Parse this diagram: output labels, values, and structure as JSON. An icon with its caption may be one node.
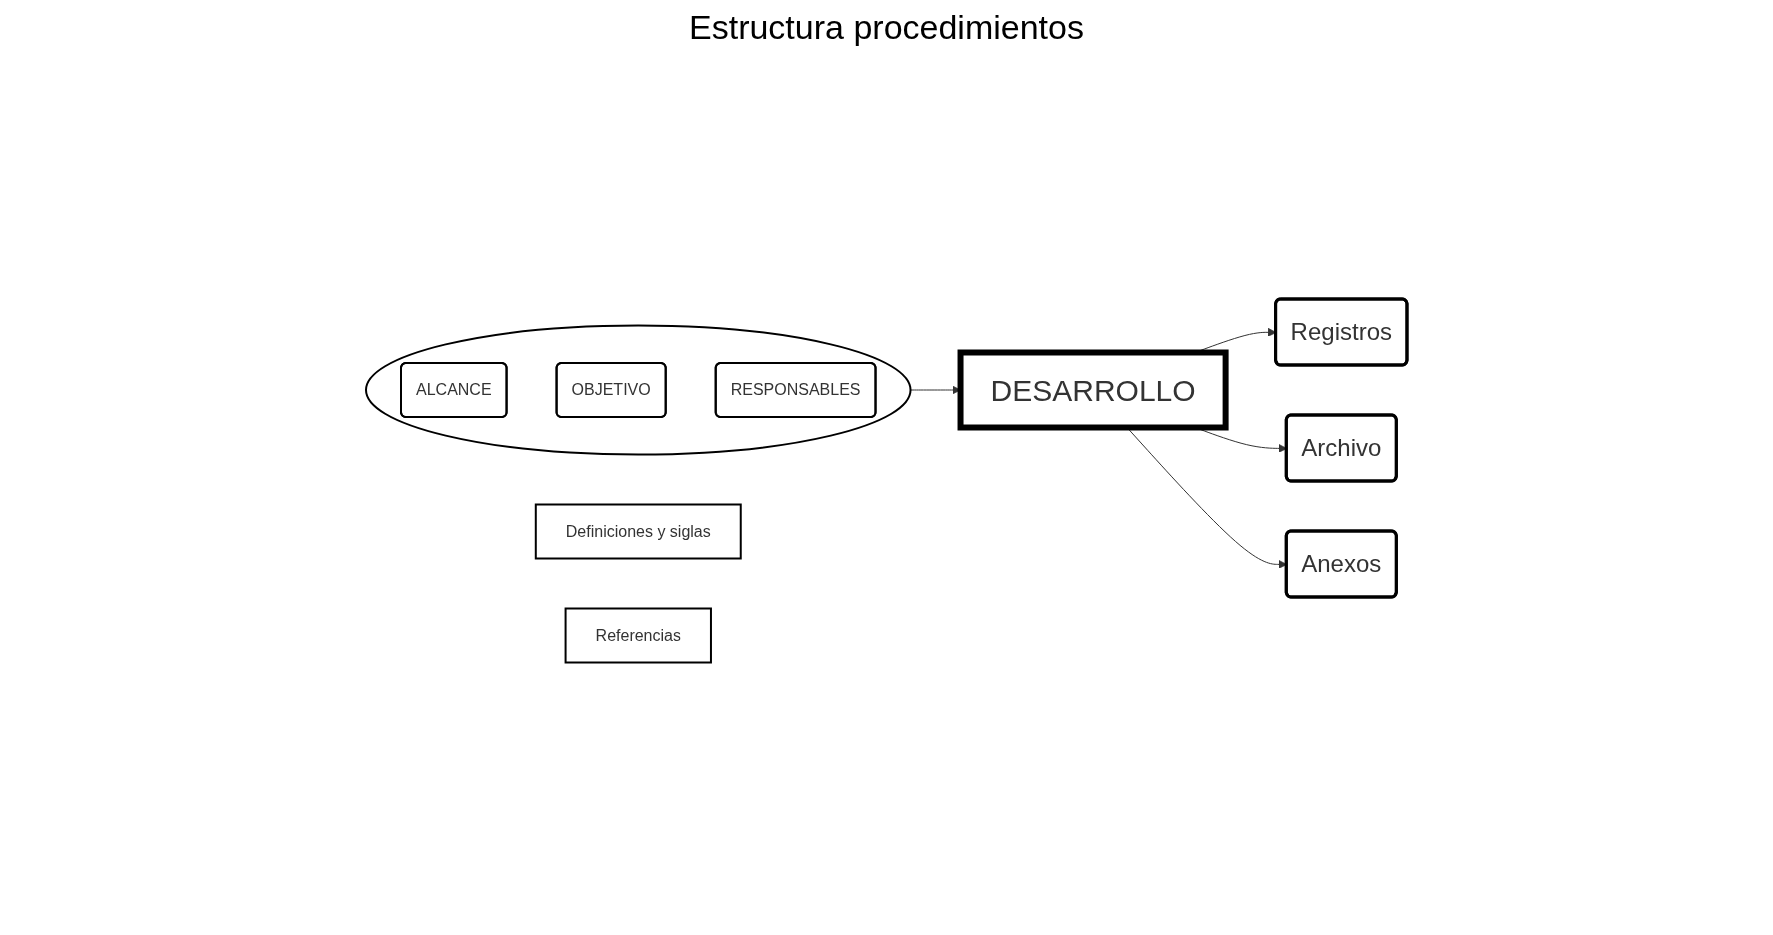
{
  "diagram": {
    "title": "Estructura procedimientos",
    "nodes": [
      {
        "text": [],
        "shape": "ellipse"
      },
      {
        "text": [
          "ALCANCE"
        ],
        "in": 0
      },
      {
        "text": [
          "OBJETIVO"
        ],
        "in": 0
      },
      {
        "text": [
          "RESPONSABLES"
        ],
        "in": 0
      },
      {
        "text": [
          "DESARROLLO"
        ]
      },
      {
        "text": [
          "Registros"
        ]
      },
      {
        "text": [
          "Archivo"
        ]
      },
      {
        "text": [
          "Anexos"
        ]
      },
      {
        "text": [
          "Definiciones y siglas"
        ]
      },
      {
        "text": [
          "Referencias"
        ]
      }
    ],
    "edges": [
      {
        "from": 0,
        "to": 4,
        "arrow": "to"
      },
      {
        "from": 4,
        "to": 5,
        "arrow": "to"
      },
      {
        "from": 4,
        "to": 6,
        "arrow": "to"
      },
      {
        "from": 4,
        "to": 7,
        "arrow": "to"
      }
    ]
  }
}
